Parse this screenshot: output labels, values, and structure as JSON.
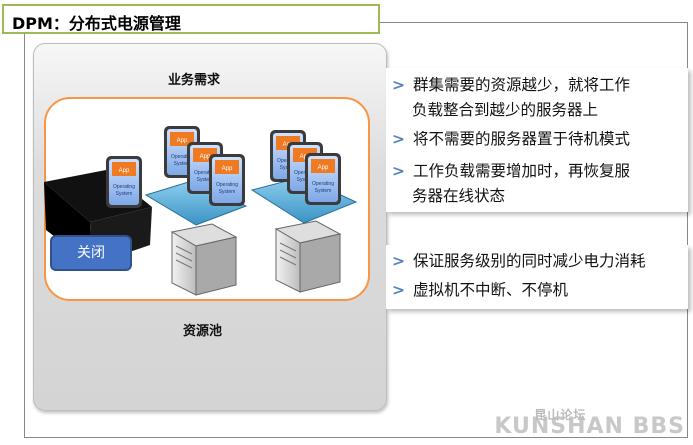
{
  "title": "DPM：分布式电源管理",
  "diagram": {
    "top_label": "业务需求",
    "bottom_label": "资源池",
    "close_button": "关闭",
    "vm_app_label": "App",
    "vm_os_label": "Operating System"
  },
  "bullets_top": [
    {
      "line1": "群集需要的资源越少，就将工作",
      "line2": "负载整合到越少的服务器上"
    },
    {
      "line1": "将不需要的服务器置于待机模式",
      "line2": ""
    },
    {
      "line1": "工作负载需要增加时，再恢复服",
      "line2": "务器在线状态"
    }
  ],
  "bullets_bottom": [
    {
      "line1": "保证服务级别的同时减少电力消耗"
    },
    {
      "line1": "虚拟机不中断、不停机"
    }
  ],
  "watermark": {
    "cn": "昆山论坛",
    "en": "KUNSHAN BBS"
  },
  "colors": {
    "accent_green": "#9bbb59",
    "pool_orange": "#f79646",
    "bullet_blue": "#4f81bd",
    "tray_blue": "#5aaed8"
  }
}
